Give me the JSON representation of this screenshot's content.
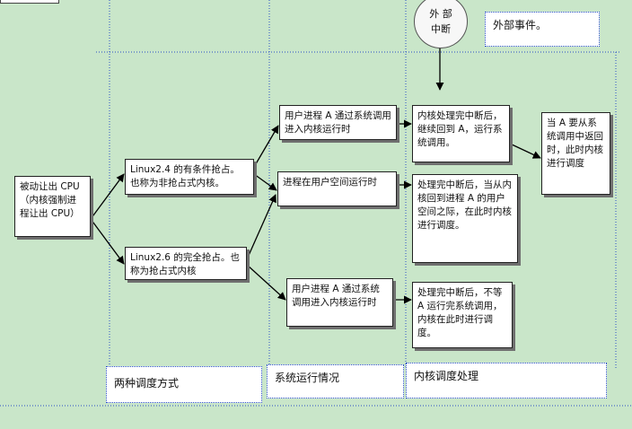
{
  "external": {
    "circle_line1": "外  部",
    "circle_line2": "中断",
    "label": "外部事件。"
  },
  "boxes": {
    "passive": "被动让出 CPU（内核强制进程让出 CPU）",
    "linux24": "Linux2.4 的有条件抢占。也称为非抢占式内核。",
    "linux26": "Linux2.6 的完全抢占。也称为抢占式内核",
    "syscall_user": "用户进程 A 通过系统调用进入内核运行时",
    "userspace": "进程在用户空间运行时",
    "syscall_user2": "用户进程 A 通过系统调用进入内核运行时",
    "kernel_done": "内核处理完中断后，继续回到 A，运行系统调用。",
    "return_sched": "处理完中断后，当从内核回到进程 A 的用户空间之际，在此时内核进行调度。",
    "no_wait": "处理完中断后，不等 A 运行完系统调用，内核在此时进行调度。",
    "on_return": "当 A 要从系统调用中返回时，此时内核进行调度"
  },
  "columns": {
    "col1": "两种调度方式",
    "col2": "系统运行情况",
    "col3": "内核调度处理"
  },
  "colors": {
    "background": "#c9e6c9",
    "guide_line": "#2a4fc8",
    "box_fill": "#ffffff"
  }
}
